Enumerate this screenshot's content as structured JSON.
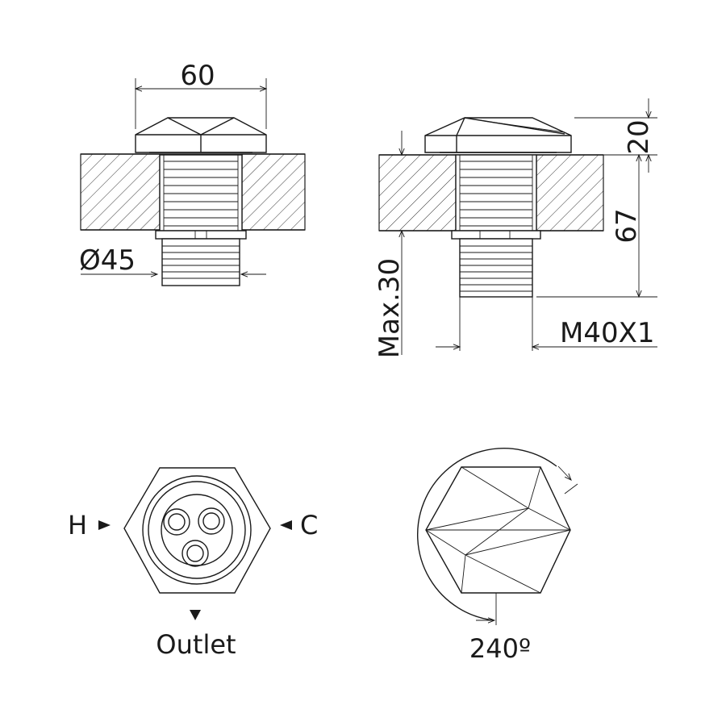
{
  "dimensions": {
    "top_width": "60",
    "thread_diameter": "Ø45",
    "cap_height": "20",
    "body_length": "67",
    "max_wall": "Max.30",
    "thread_spec": "M40X1"
  },
  "ports": {
    "hot": "H",
    "cold": "C",
    "outlet": "Outlet"
  },
  "rotation": {
    "angle": "240º"
  }
}
